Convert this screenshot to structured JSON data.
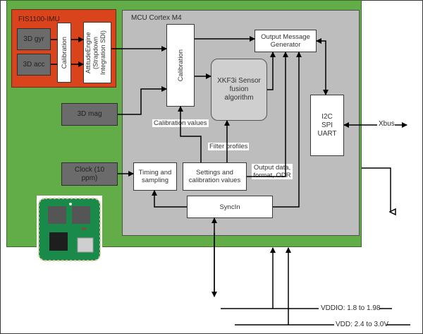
{
  "imu": {
    "title": "FIS1100-IMU",
    "gyro": "3D gyr",
    "accel": "3D acc",
    "calibration": "Calibration",
    "attitude_engine": "AttitudeEngine (Strapdown Integration SDI)"
  },
  "mcu": {
    "title": "MCU Cortex M4",
    "calibration": "Calibration",
    "output_message_generator": "Output Message Generator",
    "fusion": "XKF3i Sensor fusion algorithm",
    "interfaces": "I2C SPI UART",
    "timing": "Timing and sampling",
    "settings": "Settings and calibration values",
    "syncin": "SyncIn",
    "label_calibration_values": "Calibration values",
    "label_filter_profiles": "Filter profiles",
    "label_output_data": "Output  data, format, ODR"
  },
  "external": {
    "mag": "3D mag",
    "clock": "Clock (10 ppm)",
    "xbus": "Xbus",
    "vddio": "VDDIO: 1.8 to 1.98",
    "vdd": "VDD: 2.4 to 3.0V"
  },
  "colors": {
    "board_green": "#62ad47",
    "imu_red": "#d9441c",
    "mcu_gray": "#bdbdbd",
    "sensor_gray": "#6b6b6b"
  }
}
